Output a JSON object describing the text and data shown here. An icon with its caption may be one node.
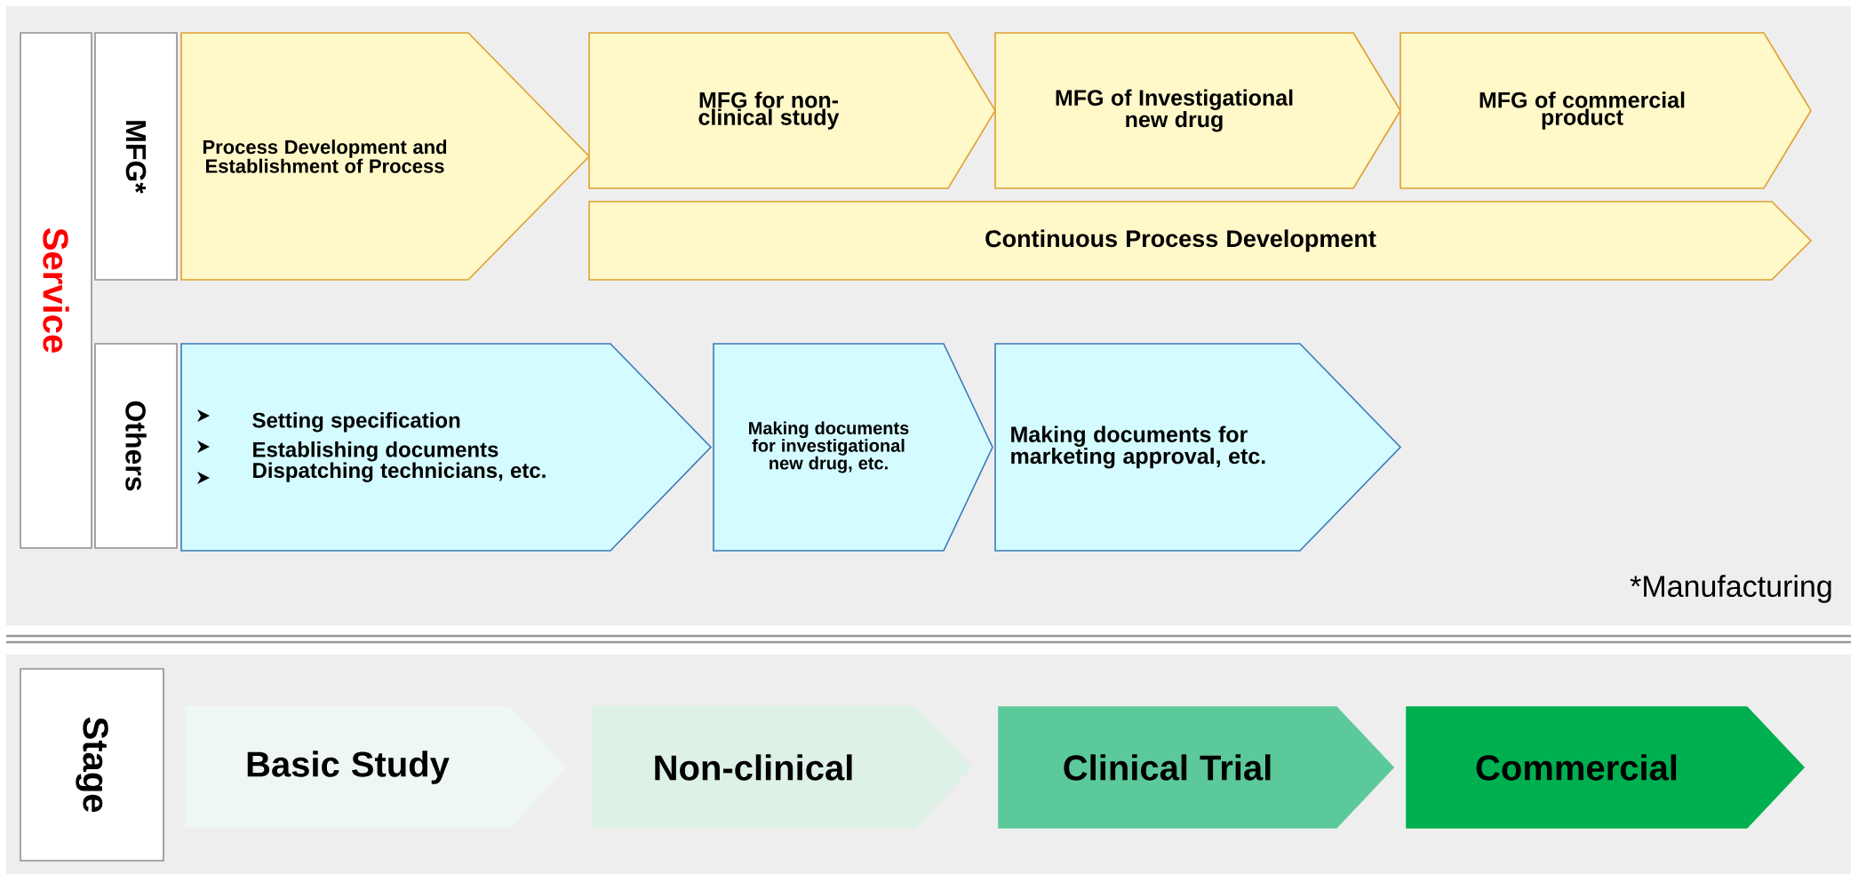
{
  "diagram": {
    "nodes": [
      {
        "text": [
          "Service"
        ]
      },
      {
        "text": [
          "MFG*"
        ]
      },
      {
        "text": [
          "Process Development and Establishment of Process"
        ]
      },
      {
        "text": [
          "MFG for non-clinical study"
        ]
      },
      {
        "text": [
          "MFG of Investigational new drug"
        ]
      },
      {
        "text": [
          "MFG of commercial product"
        ]
      },
      {
        "text": [
          "Continuous Process Development"
        ]
      },
      {
        "text": [
          "Others"
        ]
      },
      {
        "text": [
          "Setting specification",
          "Establishing documents",
          "Dispatching technicians, etc."
        ]
      },
      {
        "text": [
          "Making documents for investigational new drug, etc."
        ]
      },
      {
        "text": [
          "Making documents for marketing approval, etc."
        ]
      },
      {
        "text": [
          "Stage"
        ]
      },
      {
        "text": [
          "Basic Study"
        ]
      },
      {
        "text": [
          "Non-clinical"
        ]
      },
      {
        "text": [
          "Clinical Trial"
        ]
      },
      {
        "text": [
          "Commercial"
        ]
      }
    ],
    "labels": [
      "*Manufacturing"
    ]
  }
}
